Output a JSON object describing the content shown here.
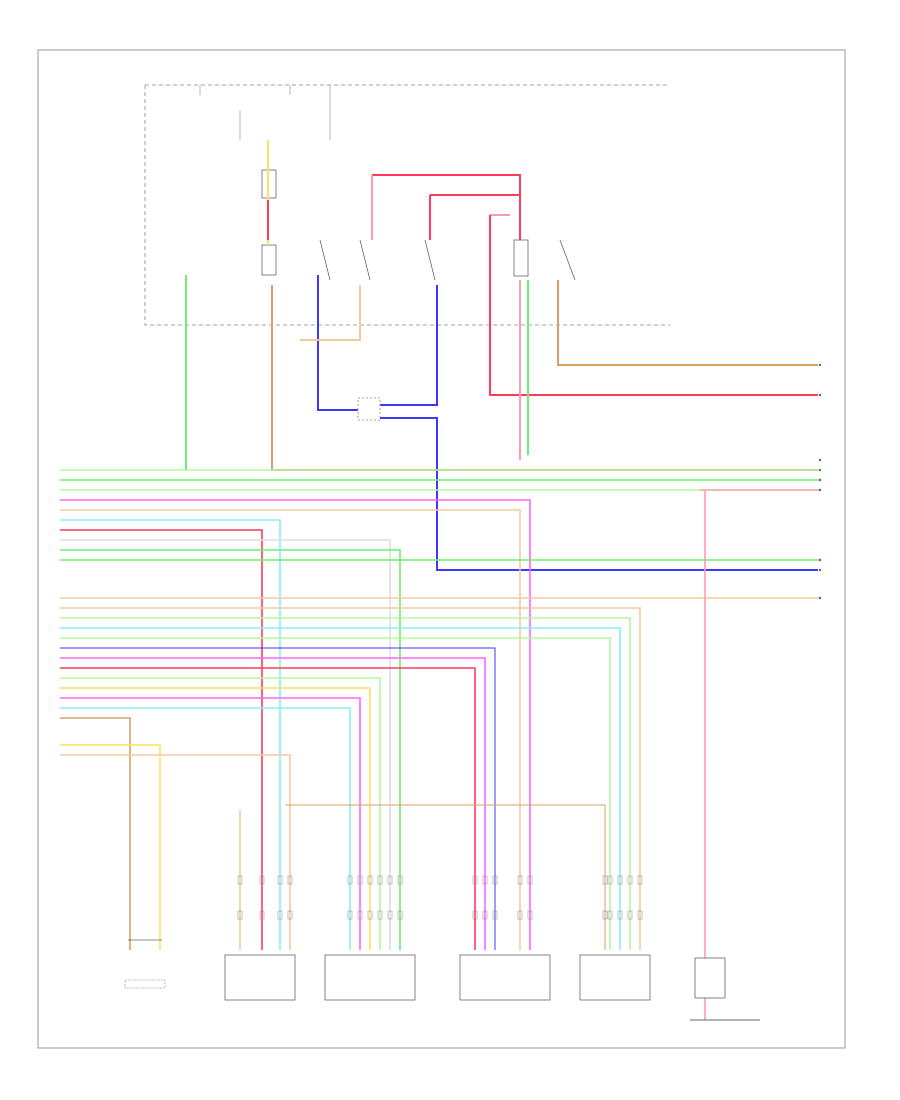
{
  "diagram": {
    "title": "",
    "corner_label": "",
    "colors": {
      "red": "#ff3b5c",
      "pink": "#ff9cb0",
      "green": "#6cf06c",
      "lightgreen": "#b8f5a0",
      "blue": "#3a3aff",
      "orange": "#d9a066",
      "lightorange": "#f5c9a0",
      "violet": "#ff66ff",
      "cyan": "#88f0f0",
      "yellow": "#ffe066",
      "gray": "#999999"
    },
    "nodes": [
      {
        "id": "fuse-box",
        "label": ""
      },
      {
        "id": "relay-1",
        "label": ""
      },
      {
        "id": "relay-2",
        "label": ""
      },
      {
        "id": "relay-3",
        "label": ""
      },
      {
        "id": "relay-4",
        "label": ""
      },
      {
        "id": "junction",
        "label": ""
      },
      {
        "id": "left-module",
        "label": ""
      },
      {
        "id": "module-a",
        "label": ""
      },
      {
        "id": "module-b",
        "label": ""
      },
      {
        "id": "module-c",
        "label": ""
      },
      {
        "id": "module-d",
        "label": ""
      },
      {
        "id": "right-module",
        "label": ""
      }
    ]
  }
}
